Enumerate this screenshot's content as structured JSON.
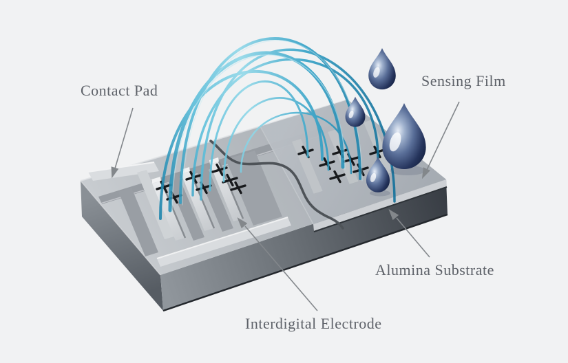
{
  "scene": {
    "labels": {
      "contact_pad": "Contact Pad",
      "sensing_film": "Sensing Film",
      "alumina_substrate": "Alumina Substrate",
      "interdigital_electrode": "Interdigital Electrode"
    },
    "charge_symbol": "+",
    "charge_marks": {
      "bare_region_count": 7,
      "film_region_count": 7
    },
    "water_droplet_count": 4,
    "electric_field_line_count": 8,
    "colors": {
      "background": "#f1f2f3",
      "label_text": "#5e6269",
      "callout_arrow": "#83878b",
      "field_line_blue": "#2e9ec6",
      "droplet_navy": "#1d2a4c",
      "substrate_top_gray": "#b3b8bd",
      "substrate_front_dark": "#41464c",
      "electrode_silver": "#dde0e3",
      "sensing_film_gray": "#aeb3b9",
      "charge_mark_black": "#17191c"
    }
  }
}
